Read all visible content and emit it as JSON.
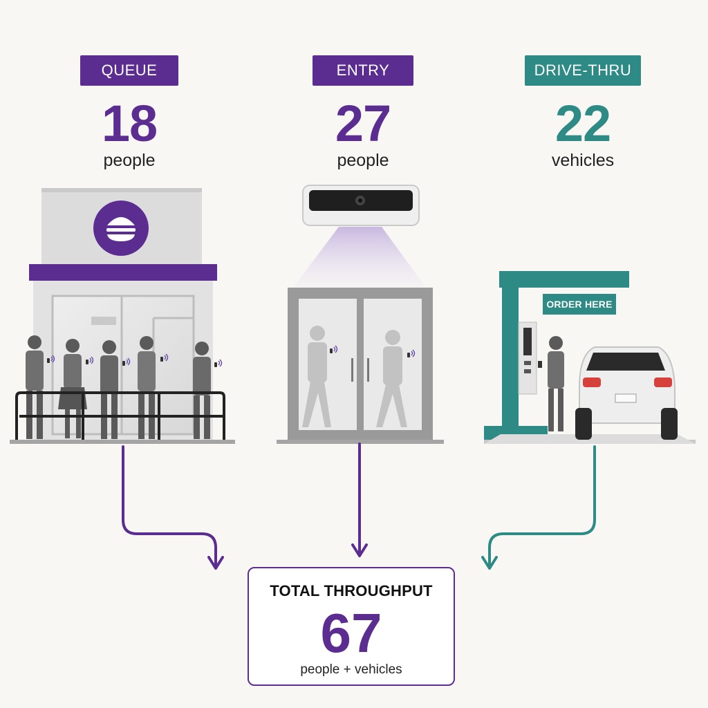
{
  "stats": [
    {
      "label": "QUEUE",
      "value": "18",
      "unit": "people",
      "color": "#5c2d91"
    },
    {
      "label": "ENTRY",
      "value": "27",
      "unit": "people",
      "color": "#5c2d91"
    },
    {
      "label": "DRIVE-THRU",
      "value": "22",
      "unit": "vehicles",
      "color": "#2d8a84"
    }
  ],
  "drive_thru_sign": "ORDER HERE",
  "total": {
    "title": "TOTAL THROUGHPUT",
    "value": "67",
    "unit": "people + vehicles"
  },
  "icons": [
    "burger-logo-icon",
    "ceiling-camera-icon",
    "smartphone-signal-icon",
    "car-icon"
  ],
  "colors": {
    "purple": "#5c2d91",
    "teal": "#2d8a84",
    "background": "#f8f7f4"
  }
}
